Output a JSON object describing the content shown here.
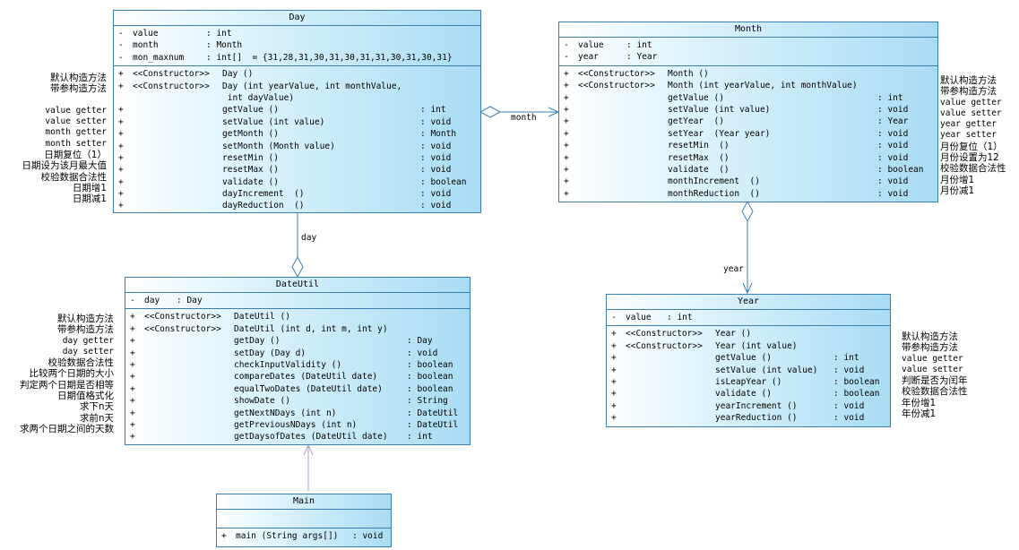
{
  "classes": {
    "day": {
      "name": "Day",
      "attributes": [
        {
          "vis": "-",
          "name": "value",
          "type": ": int"
        },
        {
          "vis": "-",
          "name": "month",
          "type": ": Month"
        },
        {
          "vis": "-",
          "name": "mon_maxnum",
          "type": ": int[]  = {31,28,31,30,31,30,31,31,30,31,30,31}"
        }
      ],
      "operations": [
        {
          "vis": "+",
          "stereo": "<<Constructor>>",
          "name": "Day ()",
          "ret": ""
        },
        {
          "vis": "+",
          "stereo": "<<Constructor>>",
          "name": "Day (int yearValue, int monthValue,",
          "ret": ""
        },
        {
          "vis": "",
          "stereo": "",
          "name": " int dayValue)",
          "ret": ""
        },
        {
          "vis": "+",
          "stereo": "",
          "name": "getValue ()",
          "ret": ": int"
        },
        {
          "vis": "+",
          "stereo": "",
          "name": "setValue (int value)",
          "ret": ": void"
        },
        {
          "vis": "+",
          "stereo": "",
          "name": "getMonth ()",
          "ret": ": Month"
        },
        {
          "vis": "+",
          "stereo": "",
          "name": "setMonth (Month value)",
          "ret": ": void"
        },
        {
          "vis": "+",
          "stereo": "",
          "name": "resetMin ()",
          "ret": ": void"
        },
        {
          "vis": "+",
          "stereo": "",
          "name": "resetMax ()",
          "ret": ": void"
        },
        {
          "vis": "+",
          "stereo": "",
          "name": "validate ()",
          "ret": ": boolean"
        },
        {
          "vis": "+",
          "stereo": "",
          "name": "dayIncrement  ()",
          "ret": ": void"
        },
        {
          "vis": "+",
          "stereo": "",
          "name": "dayReduction  ()",
          "ret": ": void"
        }
      ]
    },
    "month": {
      "name": "Month",
      "attributes": [
        {
          "vis": "-",
          "name": "value",
          "type": ": int"
        },
        {
          "vis": "-",
          "name": "year",
          "type": ": Year"
        }
      ],
      "operations": [
        {
          "vis": "+",
          "stereo": "<<Constructor>>",
          "name": "Month ()",
          "ret": ""
        },
        {
          "vis": "+",
          "stereo": "<<Constructor>>",
          "name": "Month (int yearValue, int monthValue)",
          "ret": ""
        },
        {
          "vis": "+",
          "stereo": "",
          "name": "getValue ()",
          "ret": ": int"
        },
        {
          "vis": "+",
          "stereo": "",
          "name": "setValue (int value)",
          "ret": ": void"
        },
        {
          "vis": "+",
          "stereo": "",
          "name": "getYear  ()",
          "ret": ": Year"
        },
        {
          "vis": "+",
          "stereo": "",
          "name": "setYear  (Year year)",
          "ret": ": void"
        },
        {
          "vis": "+",
          "stereo": "",
          "name": "resetMin  ()",
          "ret": ": void"
        },
        {
          "vis": "+",
          "stereo": "",
          "name": "resetMax  ()",
          "ret": ": void"
        },
        {
          "vis": "+",
          "stereo": "",
          "name": "validate  ()",
          "ret": ": boolean"
        },
        {
          "vis": "+",
          "stereo": "",
          "name": "monthIncrement  ()",
          "ret": ": void"
        },
        {
          "vis": "+",
          "stereo": "",
          "name": "monthReduction  ()",
          "ret": ": void"
        }
      ]
    },
    "dateutil": {
      "name": "DateUtil",
      "attributes": [
        {
          "vis": "-",
          "name": "day",
          "type": ": Day"
        }
      ],
      "operations": [
        {
          "vis": "+",
          "stereo": "<<Constructor>>",
          "name": "DateUtil ()",
          "ret": ""
        },
        {
          "vis": "+",
          "stereo": "<<Constructor>>",
          "name": "DateUtil (int d, int m, int y)",
          "ret": ""
        },
        {
          "vis": "+",
          "stereo": "",
          "name": "getDay ()",
          "ret": ": Day"
        },
        {
          "vis": "+",
          "stereo": "",
          "name": "setDay (Day d)",
          "ret": ": void"
        },
        {
          "vis": "+",
          "stereo": "",
          "name": "checkInputValidity ()",
          "ret": ": boolean"
        },
        {
          "vis": "+",
          "stereo": "",
          "name": "compareDates (DateUtil date)",
          "ret": ": boolean"
        },
        {
          "vis": "+",
          "stereo": "",
          "name": "equalTwoDates (DateUtil date)",
          "ret": ": boolean"
        },
        {
          "vis": "+",
          "stereo": "",
          "name": "showDate ()",
          "ret": ": String"
        },
        {
          "vis": "+",
          "stereo": "",
          "name": "getNextNDays (int n)",
          "ret": ": DateUtil"
        },
        {
          "vis": "+",
          "stereo": "",
          "name": "getPreviousNDays (int n)",
          "ret": ": DateUtil"
        },
        {
          "vis": "+",
          "stereo": "",
          "name": "getDaysofDates (DateUtil date)",
          "ret": ": int"
        }
      ]
    },
    "year": {
      "name": "Year",
      "attributes": [
        {
          "vis": "-",
          "name": "value",
          "type": ": int"
        }
      ],
      "operations": [
        {
          "vis": "+",
          "stereo": "<<Constructor>>",
          "name": "Year ()",
          "ret": ""
        },
        {
          "vis": "+",
          "stereo": "<<Constructor>>",
          "name": "Year (int value)",
          "ret": ""
        },
        {
          "vis": "+",
          "stereo": "",
          "name": "getValue ()",
          "ret": ": int"
        },
        {
          "vis": "+",
          "stereo": "",
          "name": "setValue (int value)",
          "ret": ": void"
        },
        {
          "vis": "+",
          "stereo": "",
          "name": "isLeapYear ()",
          "ret": ": boolean"
        },
        {
          "vis": "+",
          "stereo": "",
          "name": "validate ()",
          "ret": ": boolean"
        },
        {
          "vis": "+",
          "stereo": "",
          "name": "yearIncrement ()",
          "ret": ": void"
        },
        {
          "vis": "+",
          "stereo": "",
          "name": "yearReduction ()",
          "ret": ": void"
        }
      ]
    },
    "main": {
      "name": "Main",
      "attributes": [],
      "operations": [
        {
          "vis": "+",
          "stereo": "",
          "name": "main (String args[])",
          "ret": ": void"
        }
      ]
    }
  },
  "notes": {
    "day": [
      "默认构造方法",
      "带参构造方法",
      "",
      "value getter",
      "value setter",
      "month getter",
      "month setter",
      "日期复位（1）",
      "日期设为该月最大值",
      "校验数据合法性",
      "日期增1",
      "日期减1"
    ],
    "month": [
      "默认构造方法",
      "带参构造方法",
      "value getter",
      "value setter",
      "year getter",
      "year setter",
      "月份复位（1）",
      "月份设置为12",
      "校验数据合法性",
      "月份增1",
      "月份减1"
    ],
    "dateutil": [
      "默认构造方法",
      "带参构造方法",
      "day getter",
      "day setter",
      "校验数据合法性",
      "比较两个日期的大小",
      "判定两个日期是否相等",
      "日期值格式化",
      "求下n天",
      "求前n天",
      "求两个日期之间的天数"
    ],
    "year": [
      "默认构造方法",
      "带参构造方法",
      "value getter",
      "value setter",
      "判断是否为闰年",
      "校验数据合法性",
      "年份增1",
      "年份减1"
    ]
  },
  "associations": {
    "day_month": "month",
    "dateutil_day": "day",
    "month_year": "year"
  }
}
